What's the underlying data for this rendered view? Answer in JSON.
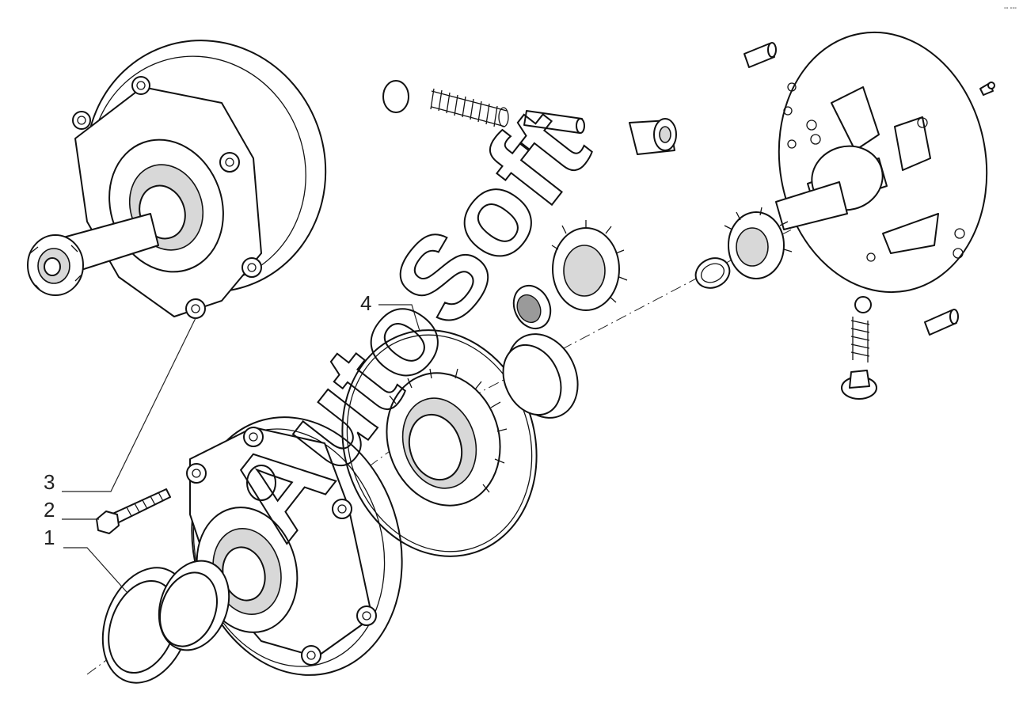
{
  "diagram": {
    "callouts": [
      {
        "id": "1",
        "label": "1"
      },
      {
        "id": "2",
        "label": "2"
      },
      {
        "id": "3",
        "label": "3"
      },
      {
        "id": "4",
        "label": "4"
      }
    ],
    "watermark": "AutoSoft",
    "corner_mark": "°° °°°"
  }
}
